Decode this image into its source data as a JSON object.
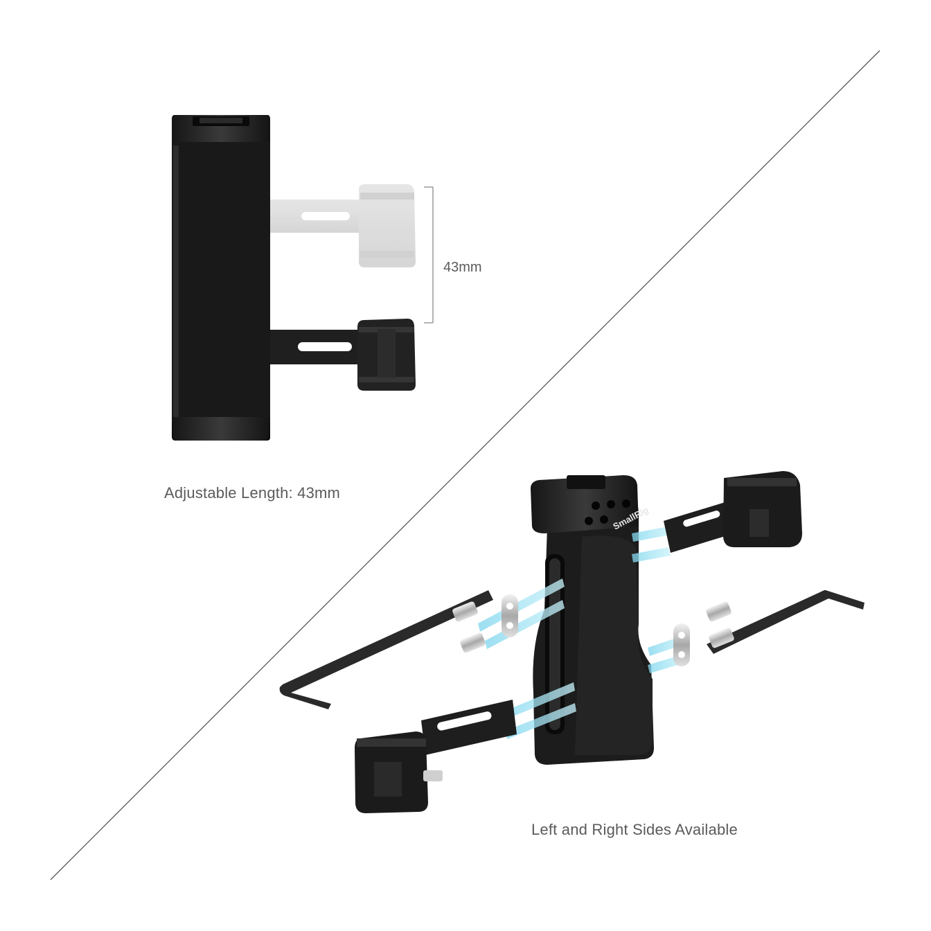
{
  "dimension": {
    "label": "43mm"
  },
  "captions": {
    "adjustable_length": "Adjustable Length: 43mm",
    "sides": "Left and Right Sides Available"
  },
  "brand": {
    "logo_text": "SmallRig"
  },
  "colors": {
    "handle_black": "#1b1b1b",
    "ghost_gray": "#d6d6d6",
    "beam_blue": "#9fe3f2",
    "divider": "#555555",
    "caption_text": "#5a5a5a"
  }
}
